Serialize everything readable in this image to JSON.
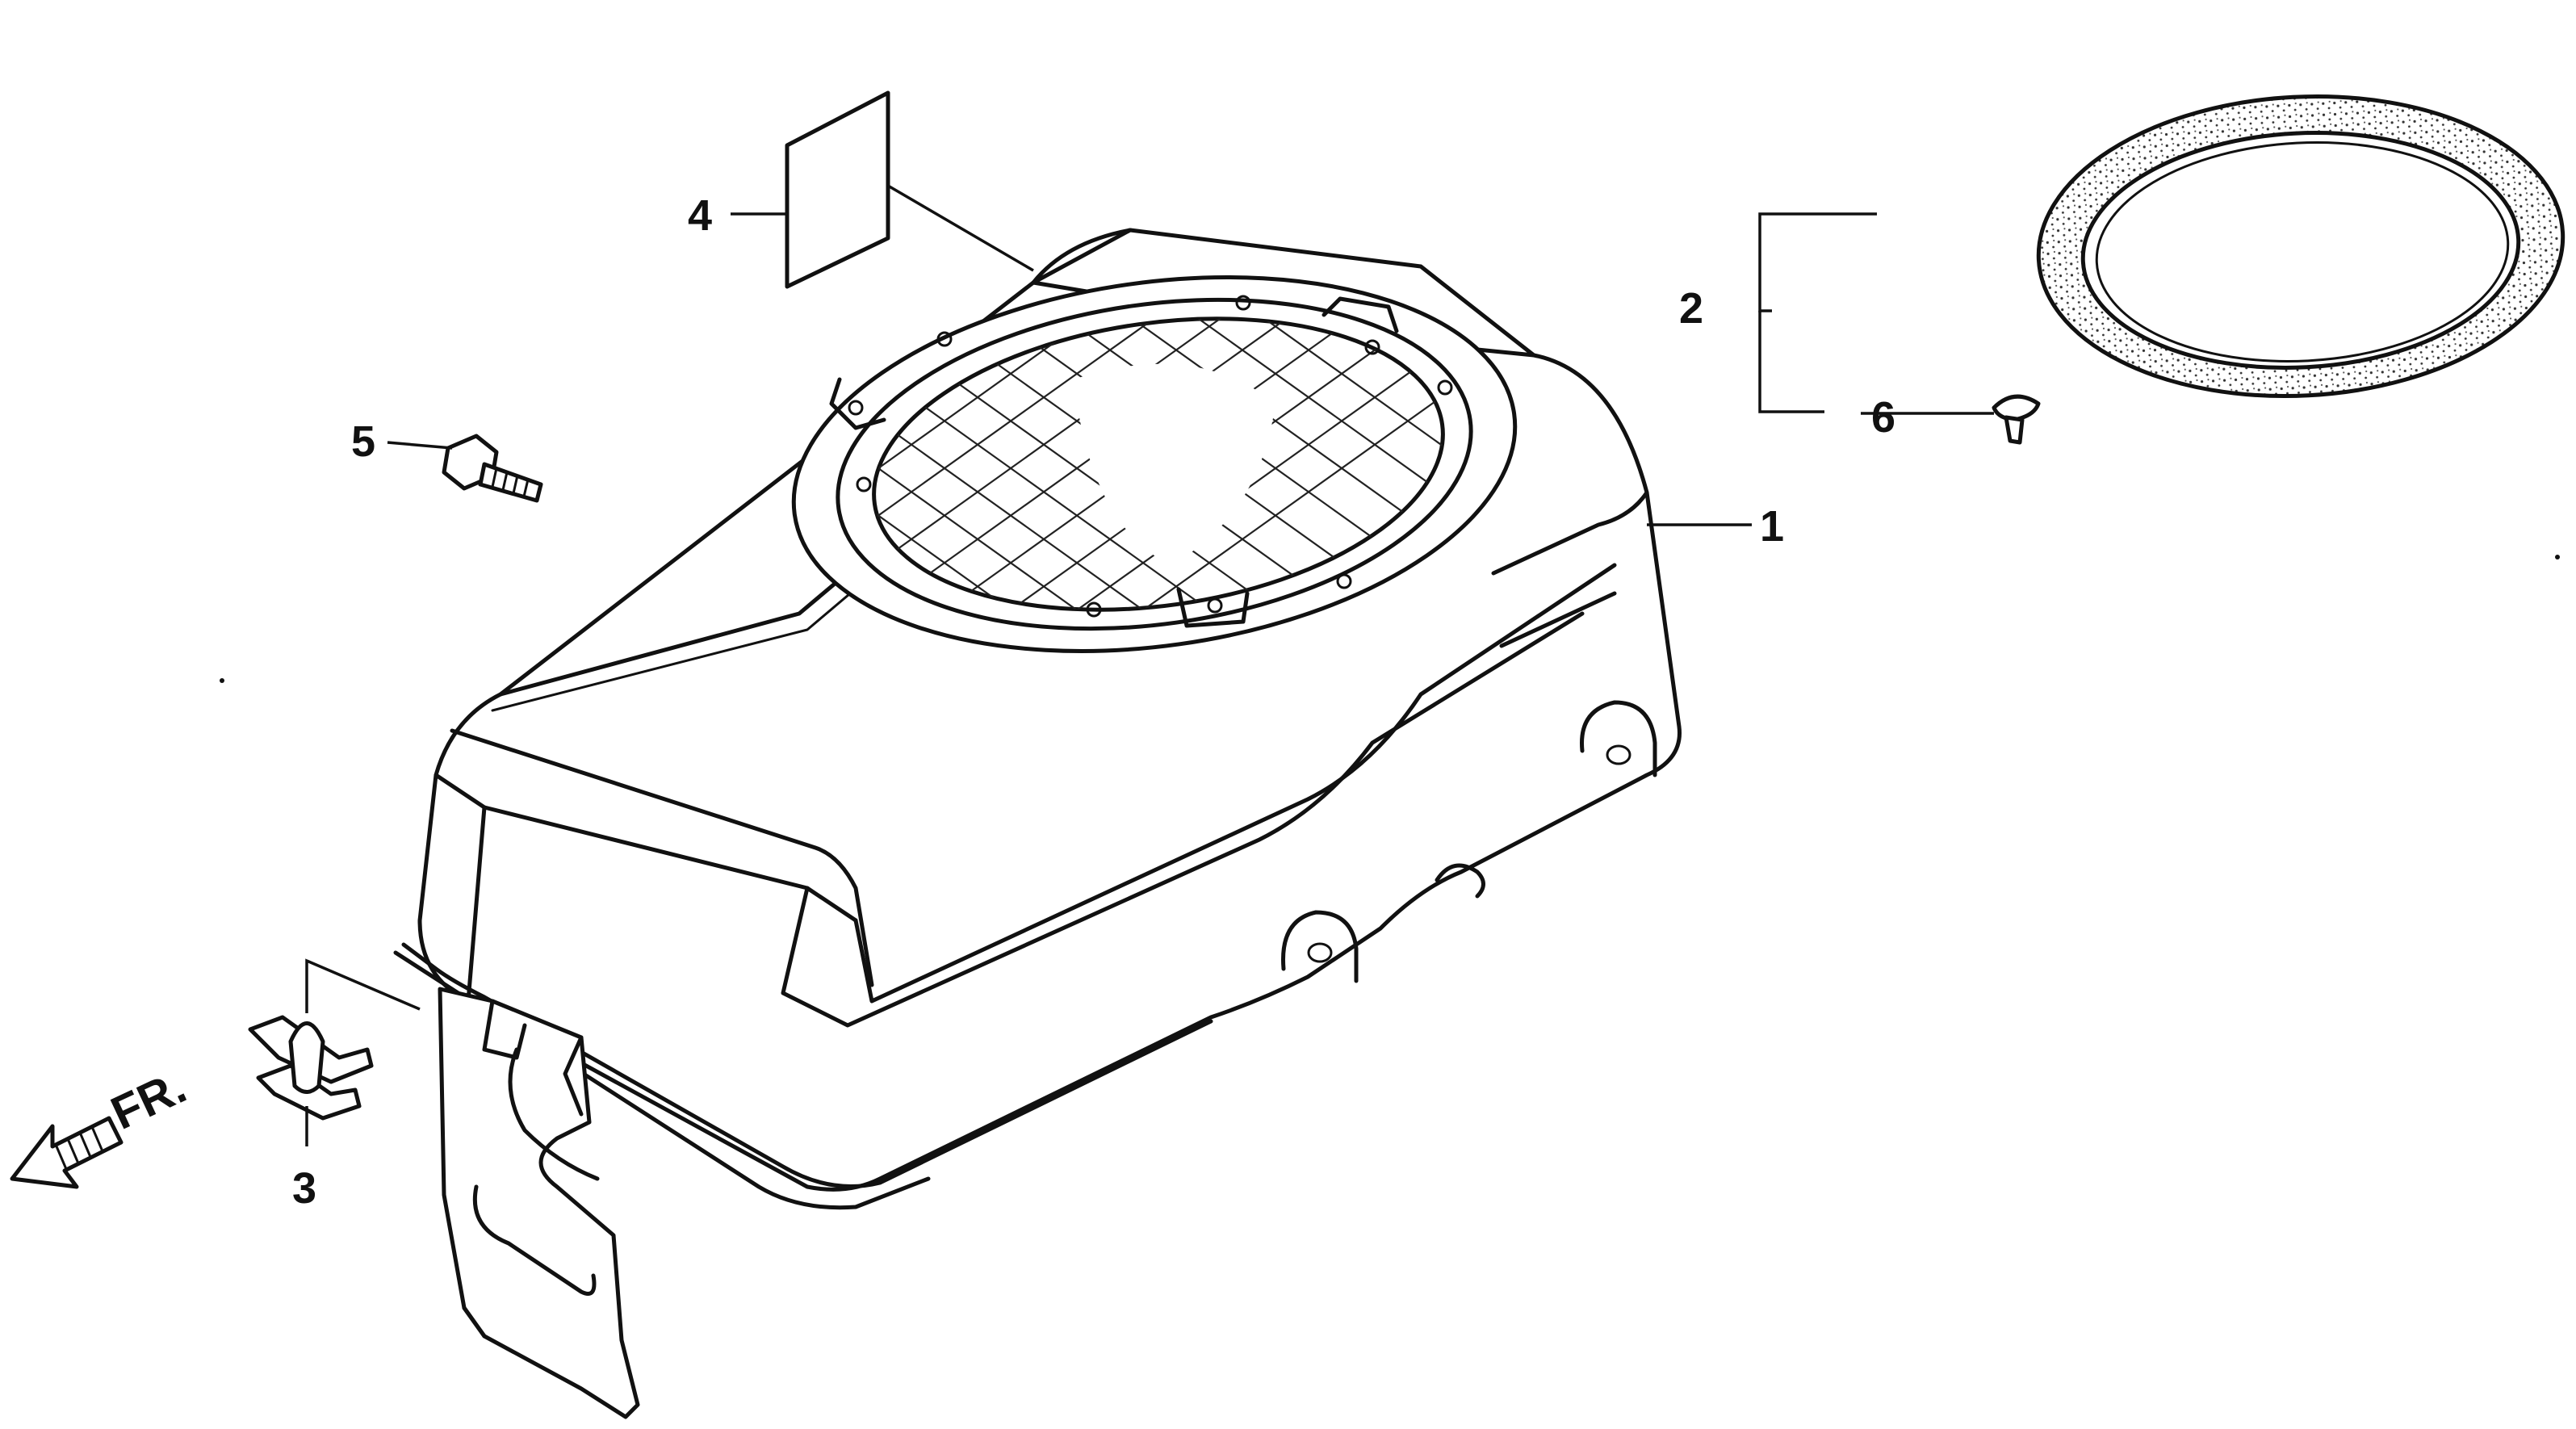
{
  "diagram": {
    "callouts": [
      {
        "id": "1",
        "label": "1"
      },
      {
        "id": "2",
        "label": "2"
      },
      {
        "id": "3",
        "label": "3"
      },
      {
        "id": "4",
        "label": "4"
      },
      {
        "id": "5",
        "label": "5"
      },
      {
        "id": "6",
        "label": "6"
      }
    ],
    "direction_marker": {
      "label": "FR."
    },
    "colors": {
      "ink": "#111111",
      "background": "#ffffff"
    }
  }
}
